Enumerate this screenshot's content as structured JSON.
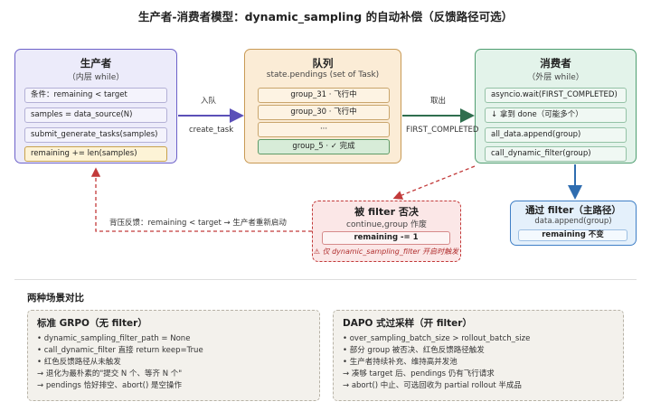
{
  "title": "生产者-消费者模型：dynamic_sampling 的自动补偿（反馈路径可选）",
  "producer": {
    "title": "生产者",
    "subtitle": "（内层 while）",
    "items": [
      "条件：remaining < target",
      "samples = data_source(N)",
      "submit_generate_tasks(samples)",
      "remaining += len(samples)"
    ]
  },
  "queue": {
    "title": "队列",
    "subtitle": "state.pendings (set of Task)",
    "items": [
      "group_31 · 飞行中",
      "group_30 · 飞行中",
      "···",
      "group_5 · ✓ 完成"
    ]
  },
  "consumer": {
    "title": "消费者",
    "subtitle": "（外层 while）",
    "items": [
      "asyncio.wait(FIRST_COMPLETED)",
      "↓ 拿到 done（可能多个）",
      "all_data.append(group)",
      "call_dynamic_filter(group)"
    ]
  },
  "edges": {
    "enqueue_top": "入队",
    "enqueue_bottom": "create_task",
    "take_top": "取出",
    "take_bottom": "FIRST_COMPLETED",
    "backpressure": "背压反馈：remaining < target → 生产者重新启动"
  },
  "reject": {
    "title": "被 filter 否决",
    "subtitle": "continue,group 作废",
    "item": "remaining -= 1",
    "note": "⚠ 仅 dynamic_sampling_filter 开启时触发"
  },
  "pass": {
    "title": "通过 filter（主路径）",
    "subtitle": "data.append(group)",
    "item": "remaining 不变"
  },
  "compare": {
    "title": "两种场景对比",
    "left": {
      "title": "标准 GRPO（无 filter）",
      "lines": [
        "• dynamic_sampling_filter_path = None",
        "• call_dynamic_filter 直接 return keep=True",
        "• 红色反馈路径从未触发",
        "→ 退化为最朴素的\"提交 N 个、等齐 N 个\"",
        "→ pendings 恰好排空、abort() 是空操作"
      ]
    },
    "right": {
      "title": "DAPO 式过采样（开 filter）",
      "lines": [
        "• over_sampling_batch_size > rollout_batch_size",
        "• 部分 group 被否决、红色反馈路径触发",
        "• 生产者持续补充、维持高并发池",
        "→ 凑够 target 后、pendings 仍有飞行请求",
        "→ abort() 中止、可选回收为 partial rollout 半成品"
      ]
    }
  },
  "colors": {
    "producer": "#6d62c9",
    "queue": "#c89a55",
    "consumer": "#4f9e70",
    "reject": "#c23a3a",
    "pass": "#3f7fc6",
    "arrow_green": "#2f6e4e"
  }
}
